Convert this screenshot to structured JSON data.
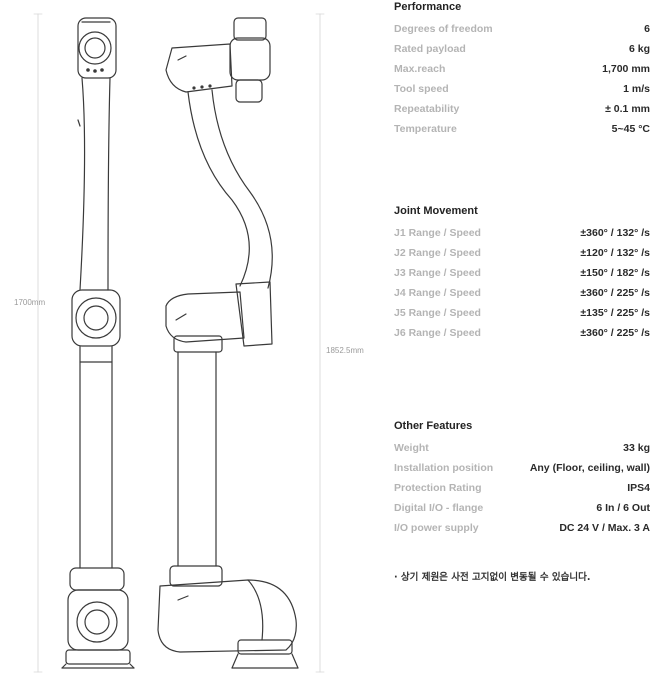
{
  "dimensions": {
    "height_label": "1700mm",
    "width_label": "1852.5mm"
  },
  "performance": {
    "title": "Performance",
    "rows": [
      {
        "label": "Degrees of freedom",
        "value": "6"
      },
      {
        "label": "Rated payload",
        "value": "6 kg"
      },
      {
        "label": "Max.reach",
        "value": "1,700 mm"
      },
      {
        "label": "Tool speed",
        "value": "1 m/s"
      },
      {
        "label": "Repeatability",
        "value": "± 0.1 mm"
      },
      {
        "label": "Temperature",
        "value": "5~45 °C"
      }
    ]
  },
  "joint_movement": {
    "title": "Joint Movement",
    "rows": [
      {
        "label": "J1 Range / Speed",
        "value": "±360° / 132° /s"
      },
      {
        "label": "J2 Range / Speed",
        "value": "±120° / 132° /s"
      },
      {
        "label": "J3 Range / Speed",
        "value": "±150° / 182° /s"
      },
      {
        "label": "J4 Range / Speed",
        "value": "±360° / 225° /s"
      },
      {
        "label": "J5 Range / Speed",
        "value": "±135° / 225° /s"
      },
      {
        "label": "J6 Range / Speed",
        "value": "±360° / 225° /s"
      }
    ]
  },
  "other_features": {
    "title": "Other Features",
    "rows": [
      {
        "label": "Weight",
        "value": "33 kg"
      },
      {
        "label": "Installation position",
        "value": "Any (Floor, ceiling, wall)"
      },
      {
        "label": "Protection Rating",
        "value": "IPS4"
      },
      {
        "label": "Digital I/O - flange",
        "value": "6 In / 6 Out"
      },
      {
        "label": "I/O power supply",
        "value": "DC 24 V / Max. 3 A"
      }
    ]
  },
  "note": "· 상기 제원은 사전 고지없이 변동될 수 있습니다."
}
